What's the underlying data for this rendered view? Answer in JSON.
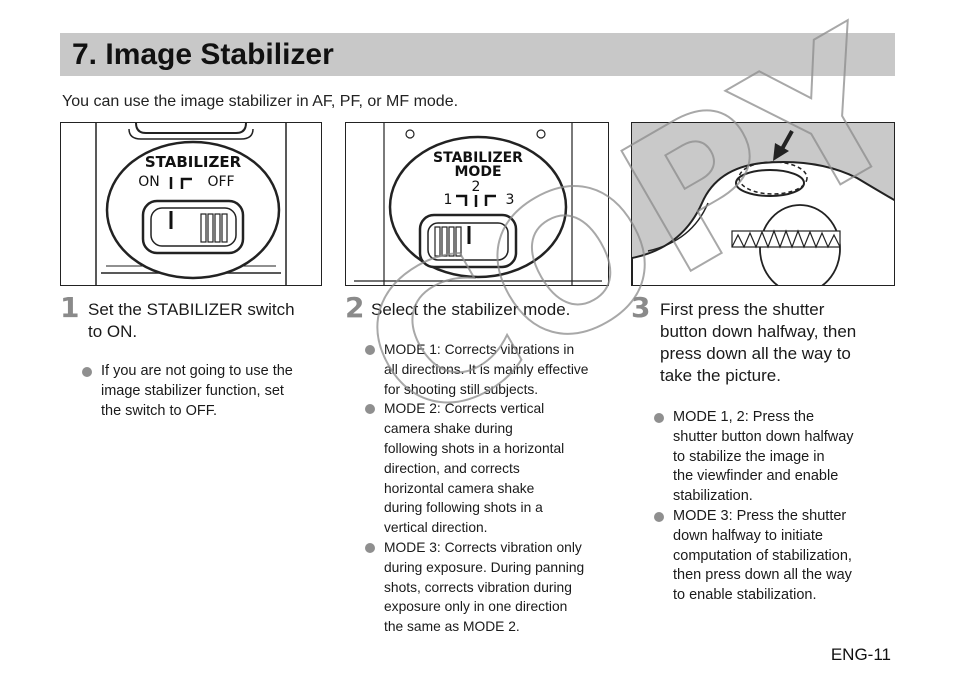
{
  "header": {
    "title": "7. Image Stabilizer"
  },
  "intro": "You can use the image stabilizer in AF, PF, or MF mode.",
  "figures": {
    "fig1": {
      "label": "STABILIZER",
      "on": "ON",
      "off": "OFF"
    },
    "fig2": {
      "label": "STABILIZER",
      "mode": "MODE",
      "m1": "1",
      "m2": "2",
      "m3": "3"
    }
  },
  "steps": [
    {
      "number": "1",
      "lines": [
        "Set the STABILIZER switch",
        "to ON."
      ],
      "bullets": [
        [
          "If you are not going to use the",
          "image stabilizer function, set",
          "the switch to OFF."
        ]
      ]
    },
    {
      "number": "2",
      "lines": [
        "Select the stabilizer mode."
      ],
      "bullets": [
        [
          "MODE 1: Corrects vibrations in",
          "all directions. It is mainly effective",
          "for shooting still subjects."
        ],
        [
          "MODE 2: Corrects vertical",
          "camera shake during",
          "following shots in a horizontal",
          "direction, and corrects",
          "horizontal camera shake",
          "during following shots in a",
          "vertical direction."
        ],
        [
          "MODE 3: Corrects vibration only",
          "during exposure. During panning",
          "shots, corrects vibration during",
          "exposure only in one direction",
          "the same as MODE 2."
        ]
      ]
    },
    {
      "number": "3",
      "lines": [
        "First press the shutter",
        "button down halfway, then",
        "press down all the way to",
        "take the picture."
      ],
      "bullets": [
        [
          "MODE 1, 2: Press the",
          "shutter button down halfway",
          "to stabilize the image in",
          "the viewfinder and enable",
          "stabilization."
        ],
        [
          "MODE 3: Press the shutter",
          "down halfway to initiate",
          "computation of stabilization,",
          "then press down all the way",
          "to enable stabilization."
        ]
      ]
    }
  ],
  "footer": {
    "page_number": "ENG-11"
  }
}
